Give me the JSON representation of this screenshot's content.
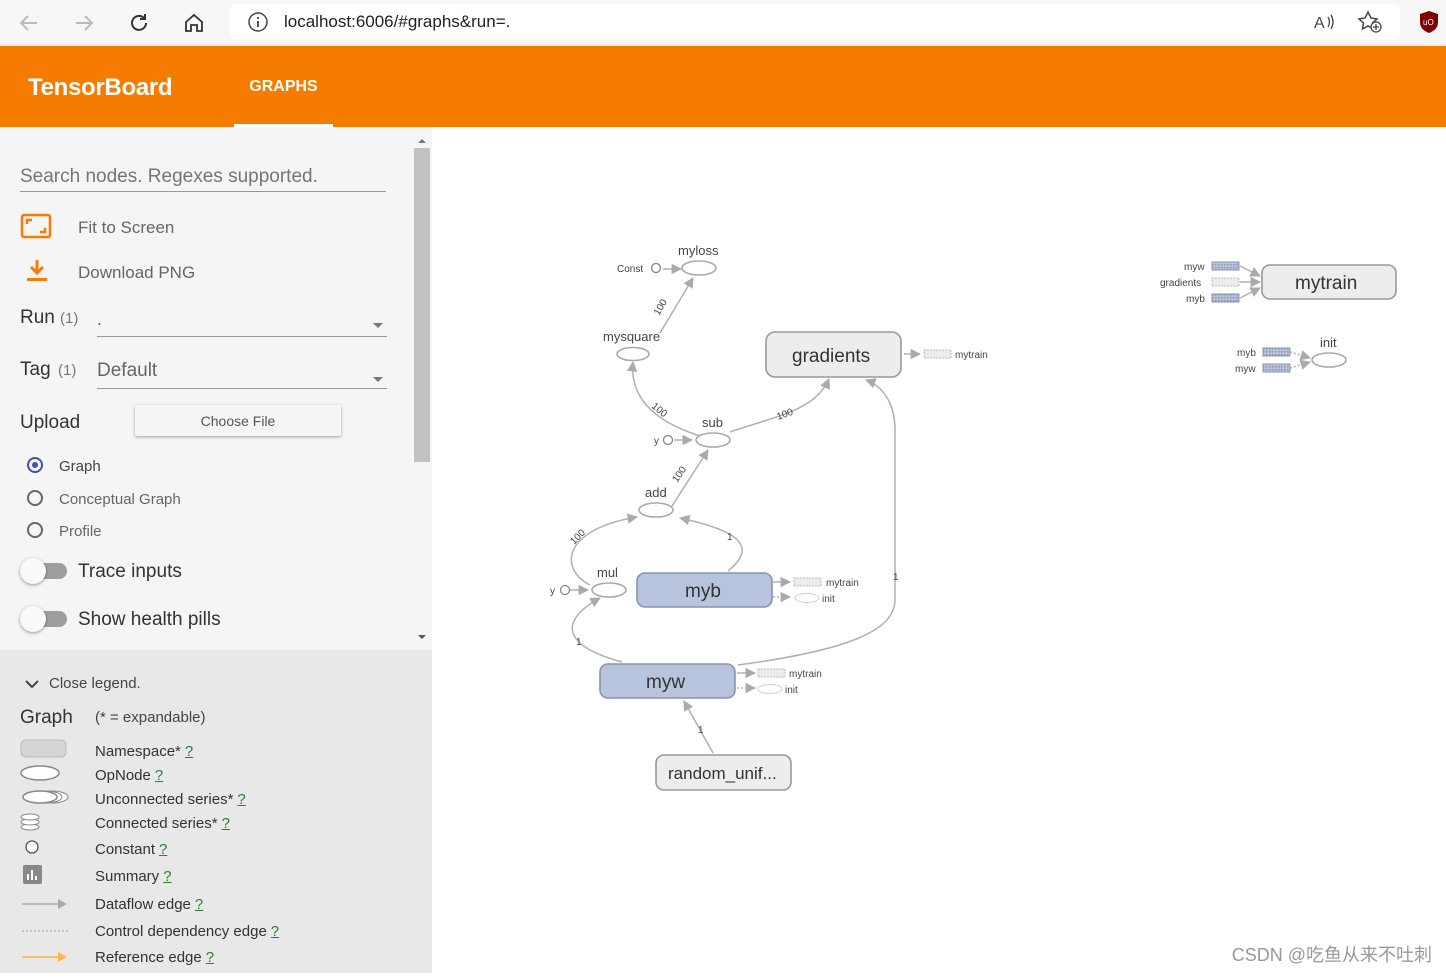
{
  "browser": {
    "url": "localhost:6006/#graphs&run=.",
    "icons": [
      "back-icon",
      "forward-icon",
      "reload-icon",
      "home-icon",
      "info-icon",
      "read-aloud-icon",
      "favorite-icon",
      "ublock-icon"
    ]
  },
  "header": {
    "brand": "TensorBoard",
    "tab": "GRAPHS"
  },
  "sidebar": {
    "search_placeholder": "Search nodes. Regexes supported.",
    "fit_label": "Fit to Screen",
    "download_label": "Download PNG",
    "run_label": "Run",
    "run_count": "(1)",
    "run_value": ".",
    "tag_label": "Tag",
    "tag_count": "(1)",
    "tag_value": "Default",
    "upload_label": "Upload",
    "choose_file": "Choose File",
    "radios": [
      "Graph",
      "Conceptual Graph",
      "Profile"
    ],
    "radio_selected": "Graph",
    "trace_inputs": "Trace inputs",
    "health_pills": "Show health pills"
  },
  "legend": {
    "close": "Close legend.",
    "title": "Graph",
    "subtitle": "(* = expandable)",
    "q": "?",
    "items": [
      "Namespace*",
      "OpNode",
      "Unconnected series*",
      "Connected series*",
      "Constant",
      "Summary",
      "Dataflow edge",
      "Control dependency edge",
      "Reference edge"
    ]
  },
  "graph": {
    "nodes": {
      "myloss": "myloss",
      "const": "Const",
      "mysquare": "mysquare",
      "gradients": "gradients",
      "sub": "sub",
      "y": "y",
      "add": "add",
      "mul": "mul",
      "myb": "myb",
      "myw": "myw",
      "random": "random_unif...",
      "mytrain": "mytrain",
      "init": "init"
    },
    "aux": {
      "mytrain": "mytrain",
      "init": "init",
      "myw": "myw",
      "gradients": "gradients",
      "myb": "myb"
    },
    "edge_labels": {
      "e100": "100",
      "e1": "1"
    }
  },
  "watermark": "CSDN @吃鱼从来不吐刺",
  "colors": {
    "accent": "#f57c00",
    "selected": "#3f51b5",
    "reference_edge": "#ffb74d"
  }
}
